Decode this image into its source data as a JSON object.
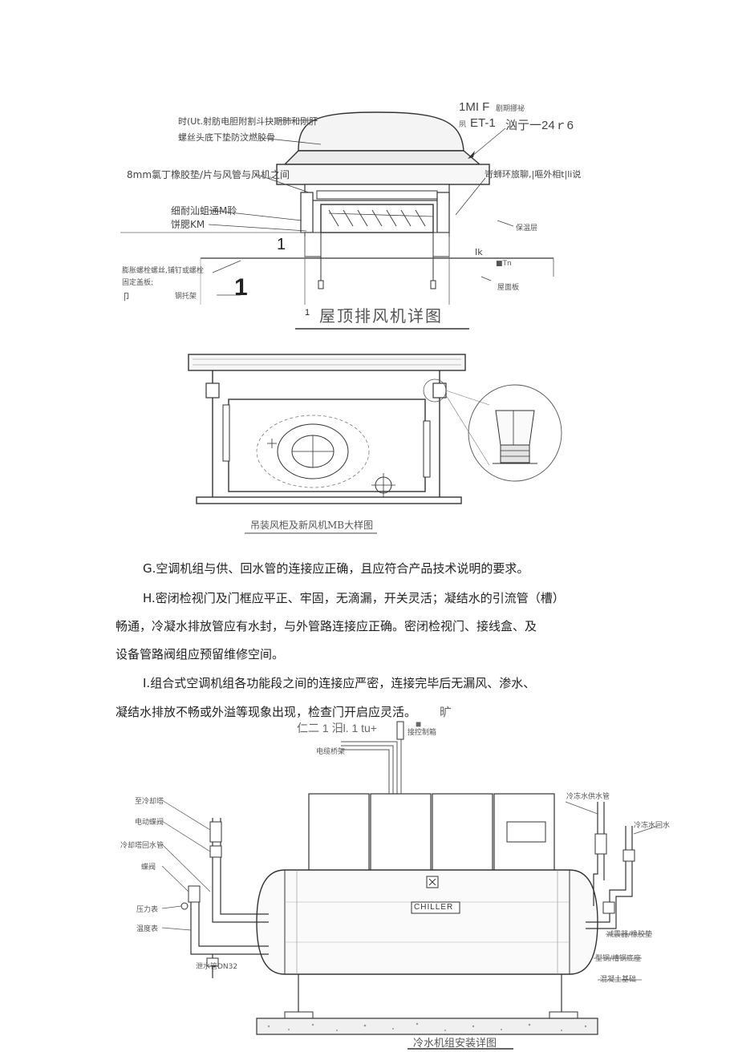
{
  "fig1": {
    "label_left_1": "时(Ut.射肪电胆附割斗抉期肺和刚肝",
    "label_left_2": "螺丝头底下垫防汶燃胶骨",
    "label_left_3": "8mm氯丁橡胶垫/片与风管与风机之间",
    "label_left_4a": "细耐汕蛆通M聆",
    "label_left_4b": "饼腮KM",
    "label_left_5a": "膨胀螺栓螺丝,铺钉或螺栓",
    "label_left_5b": "固定盖板;",
    "label_left_6": "卩",
    "label_left_7": "钢托架",
    "big_one": "1",
    "small_one": "1",
    "mark_one": "1",
    "label_right_1a": "1MI F",
    "label_right_1b": "ET-1",
    "label_right_1c": "汹亍一24ｒ6",
    "label_right_1d": "剧期挪祕",
    "label_right_1e": "夙",
    "label_right_2": "岢蛳环旅聊,|嘔外相t|li说",
    "label_right_3": "保温层",
    "label_right_4": "Ik",
    "label_right_5": "■Tn",
    "label_right_6": "屋面板",
    "caption": "屋顶排风机详图"
  },
  "fig2": {
    "caption": "吊装风柜及新风机MB大样图"
  },
  "paragraphs": {
    "g": "G.空调机组与供、回水管的连接应正确，且应符合产品技术说明的要求。",
    "h1": "H.密闭检视门及门框应平正、牢固，无滴漏，开关灵活；凝结水的引流管（槽）",
    "h2": "畅通，冷凝水排放管应有水封，与外管路连接应正确。密闭检视门、接线盒、及",
    "h3": "设备管路阀组应预留维修空间。",
    "i1": "I.组合式空调机组各功能段之间的连接应严密，连接完毕后无漏风、渗水、",
    "i2": "凝结水排放不畅或外溢等现象出现，检查门开启应灵活。",
    "i2_tail": "旷"
  },
  "fig3": {
    "top_text": "仁二 1 汨l. 1 tu+",
    "top_mark": "■",
    "label_top_r": "接控制箱",
    "label_top_l": "电缆桥架",
    "label_l1": "至冷却塔",
    "label_l2": "电动蝶阀",
    "label_l3": "冷却塔回水管",
    "label_l4": "蝶阀",
    "label_l5": "压力表",
    "label_l6": "温度表",
    "label_l7": "泄水管DN32",
    "label_r1": "冷冻水供水管",
    "label_r2": "冷冻水回水",
    "label_r3": "减震器/橡胶垫",
    "label_r4": "型钢/槽钢底座",
    "label_r5": "混凝土基础",
    "brand": "CHILLER",
    "caption": "冷水机组安装详图"
  }
}
